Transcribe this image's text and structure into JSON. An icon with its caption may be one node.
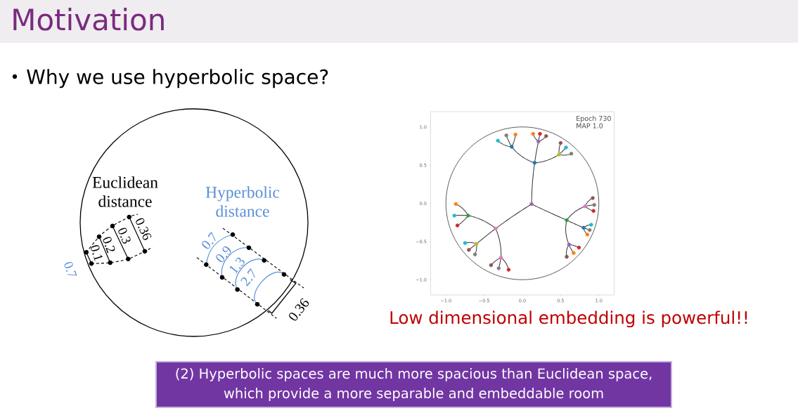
{
  "diagram": {
    "title": "Motivation",
    "nodes": [
      {
        "text": [
          "(2) Hyperbolic spaces are much more spacious than Euclidean space, which provide a more separable and embeddable room"
        ]
      }
    ],
    "labels": [
      "Why we use hyperbolic space?",
      "Euclidean distance",
      "Hyperbolic distance",
      "0.36",
      "0.3",
      "0.2",
      "0.1",
      "0.7",
      "0.7",
      "0.9",
      "1.3",
      "2.7",
      "0.36",
      "Low dimensional embedding is powerful!!"
    ],
    "chart_data": {
      "type": "scatter",
      "xlim": [
        -1.2,
        1.2
      ],
      "ylim": [
        -1.2,
        1.2
      ],
      "xticks": [
        {
          "value": -1.0,
          "label": "−1.0"
        },
        {
          "value": -0.5,
          "label": "−0.5"
        },
        {
          "value": 0.0,
          "label": "0.0"
        },
        {
          "value": 0.5,
          "label": "0.5"
        },
        {
          "value": 1.0,
          "label": "1.0"
        }
      ],
      "yticks": [
        {
          "value": -1.0,
          "label": "−1.0"
        },
        {
          "value": -0.5,
          "label": "−0.5"
        },
        {
          "value": 0.0,
          "label": "0.0"
        },
        {
          "value": 0.5,
          "label": "0.5"
        },
        {
          "value": 1.0,
          "label": "1.0"
        }
      ],
      "annotations": [
        "Epoch 730",
        "MAP 1.0"
      ],
      "series": [
        {
          "color": "#1f77b4",
          "x": [
            0.16,
            -0.14,
            0.8
          ],
          "values": [
            0.53,
            0.74,
            -0.32
          ]
        },
        {
          "color": "#ff7f0e",
          "x": [
            -0.09,
            0.14,
            0.85,
            0.67,
            -0.87
          ],
          "values": [
            0.9,
            0.91,
            -0.41,
            -0.65,
            -0.01
          ]
        },
        {
          "color": "#2ca02c",
          "x": [
            0.58,
            -0.71
          ],
          "values": [
            -0.22,
            -0.16
          ]
        },
        {
          "color": "#d62728",
          "x": [
            0.23,
            0.93,
            0.74,
            -0.85,
            -0.18
          ],
          "values": [
            0.91,
            -0.1,
            -0.58,
            -0.29,
            -0.87
          ]
        },
        {
          "color": "#9467bd",
          "x": [
            0.12,
            0.21,
            0.61
          ],
          "values": [
            -0.01,
            0.81,
            -0.54
          ]
        },
        {
          "color": "#8c564b",
          "x": [
            0.31,
            0.5,
            0.92,
            0.58,
            -0.7,
            -0.41
          ],
          "values": [
            0.88,
            0.79,
            0.07,
            -0.7,
            -0.61,
            -0.81
          ]
        },
        {
          "color": "#e377c2",
          "x": [
            0.82,
            -0.35,
            -0.28
          ],
          "values": [
            -0.04,
            -0.33,
            -0.71
          ]
        },
        {
          "color": "#7f7f7f",
          "x": [
            -0.21,
            0.64,
            0.94,
            0.88,
            -0.62,
            -0.31
          ],
          "values": [
            0.89,
            0.65,
            -0.02,
            -0.35,
            -0.67,
            -0.85
          ]
        },
        {
          "color": "#bcbd22",
          "x": [
            0.48,
            -0.6
          ],
          "values": [
            0.64,
            -0.53
          ]
        },
        {
          "color": "#17becf",
          "x": [
            -0.32,
            0.57,
            0.9,
            -0.89,
            -0.75
          ],
          "values": [
            0.82,
            0.73,
            -0.28,
            -0.16,
            -0.52
          ]
        }
      ]
    }
  }
}
